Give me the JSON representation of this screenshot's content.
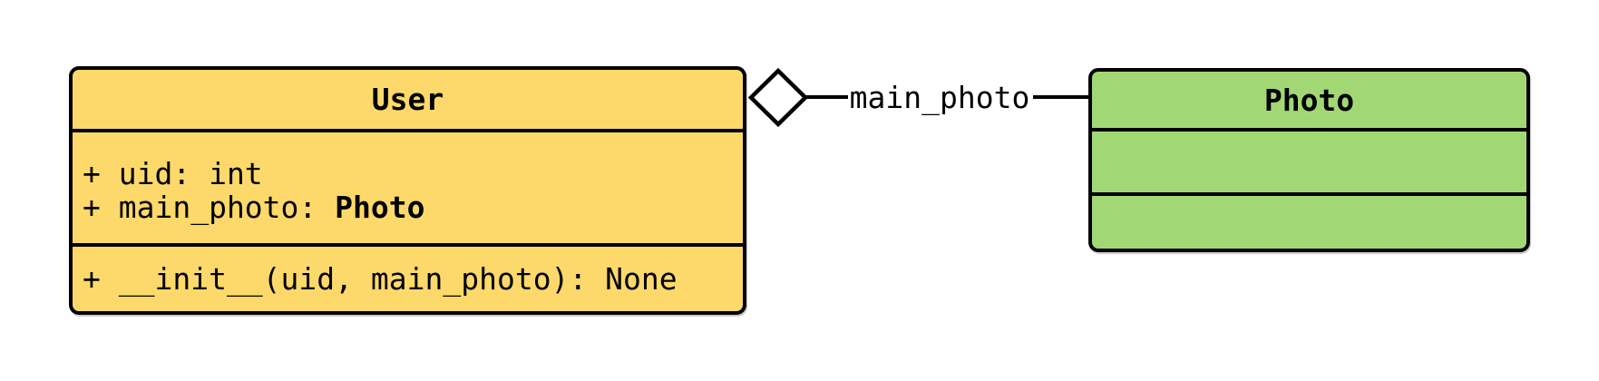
{
  "diagram": {
    "type": "uml-class-diagram",
    "background": "#ffffff",
    "border_color": "#000000",
    "line_color": "#000000"
  },
  "classes": [
    {
      "title": "User",
      "fill": "#fcd96a",
      "attributes": [
        {
          "text": "+ uid: int",
          "bold_suffix": ""
        },
        {
          "text": "+ main_photo: ",
          "bold_suffix": "Photo"
        }
      ],
      "methods": [
        {
          "text": "+ __init__(uid, main_photo): None",
          "bold_suffix": ""
        }
      ]
    },
    {
      "title": "Photo",
      "fill": "#a2d874",
      "attributes": [],
      "methods": []
    }
  ],
  "relationship": {
    "label": "main_photo",
    "type": "aggregation",
    "diamond": "hollow",
    "from": "User",
    "to": "Photo"
  }
}
